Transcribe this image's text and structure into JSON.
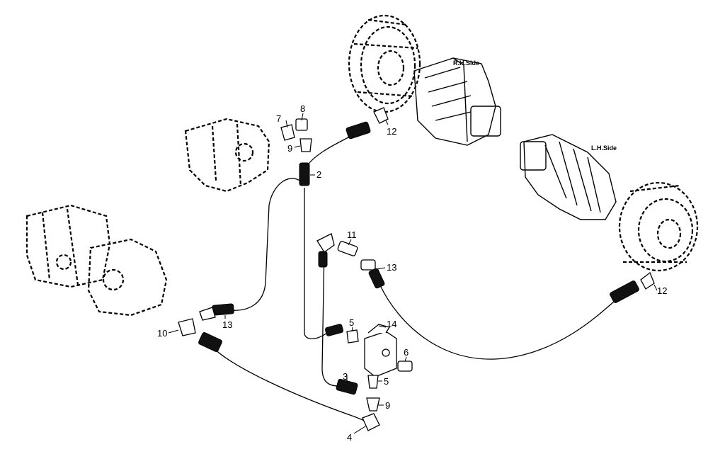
{
  "labels": {
    "rh_side": "R.H.Side",
    "lh_side": "L.H.Side"
  },
  "callouts": {
    "c2": "2",
    "c3": "3",
    "c4": "4",
    "c5a": "5",
    "c5b": "5",
    "c6": "6",
    "c7": "7",
    "c8": "8",
    "c9a": "9",
    "c9b": "9",
    "c10": "10",
    "c11": "11",
    "c12a": "12",
    "c12b": "12",
    "c13a": "13",
    "c13b": "13",
    "c14": "14"
  }
}
